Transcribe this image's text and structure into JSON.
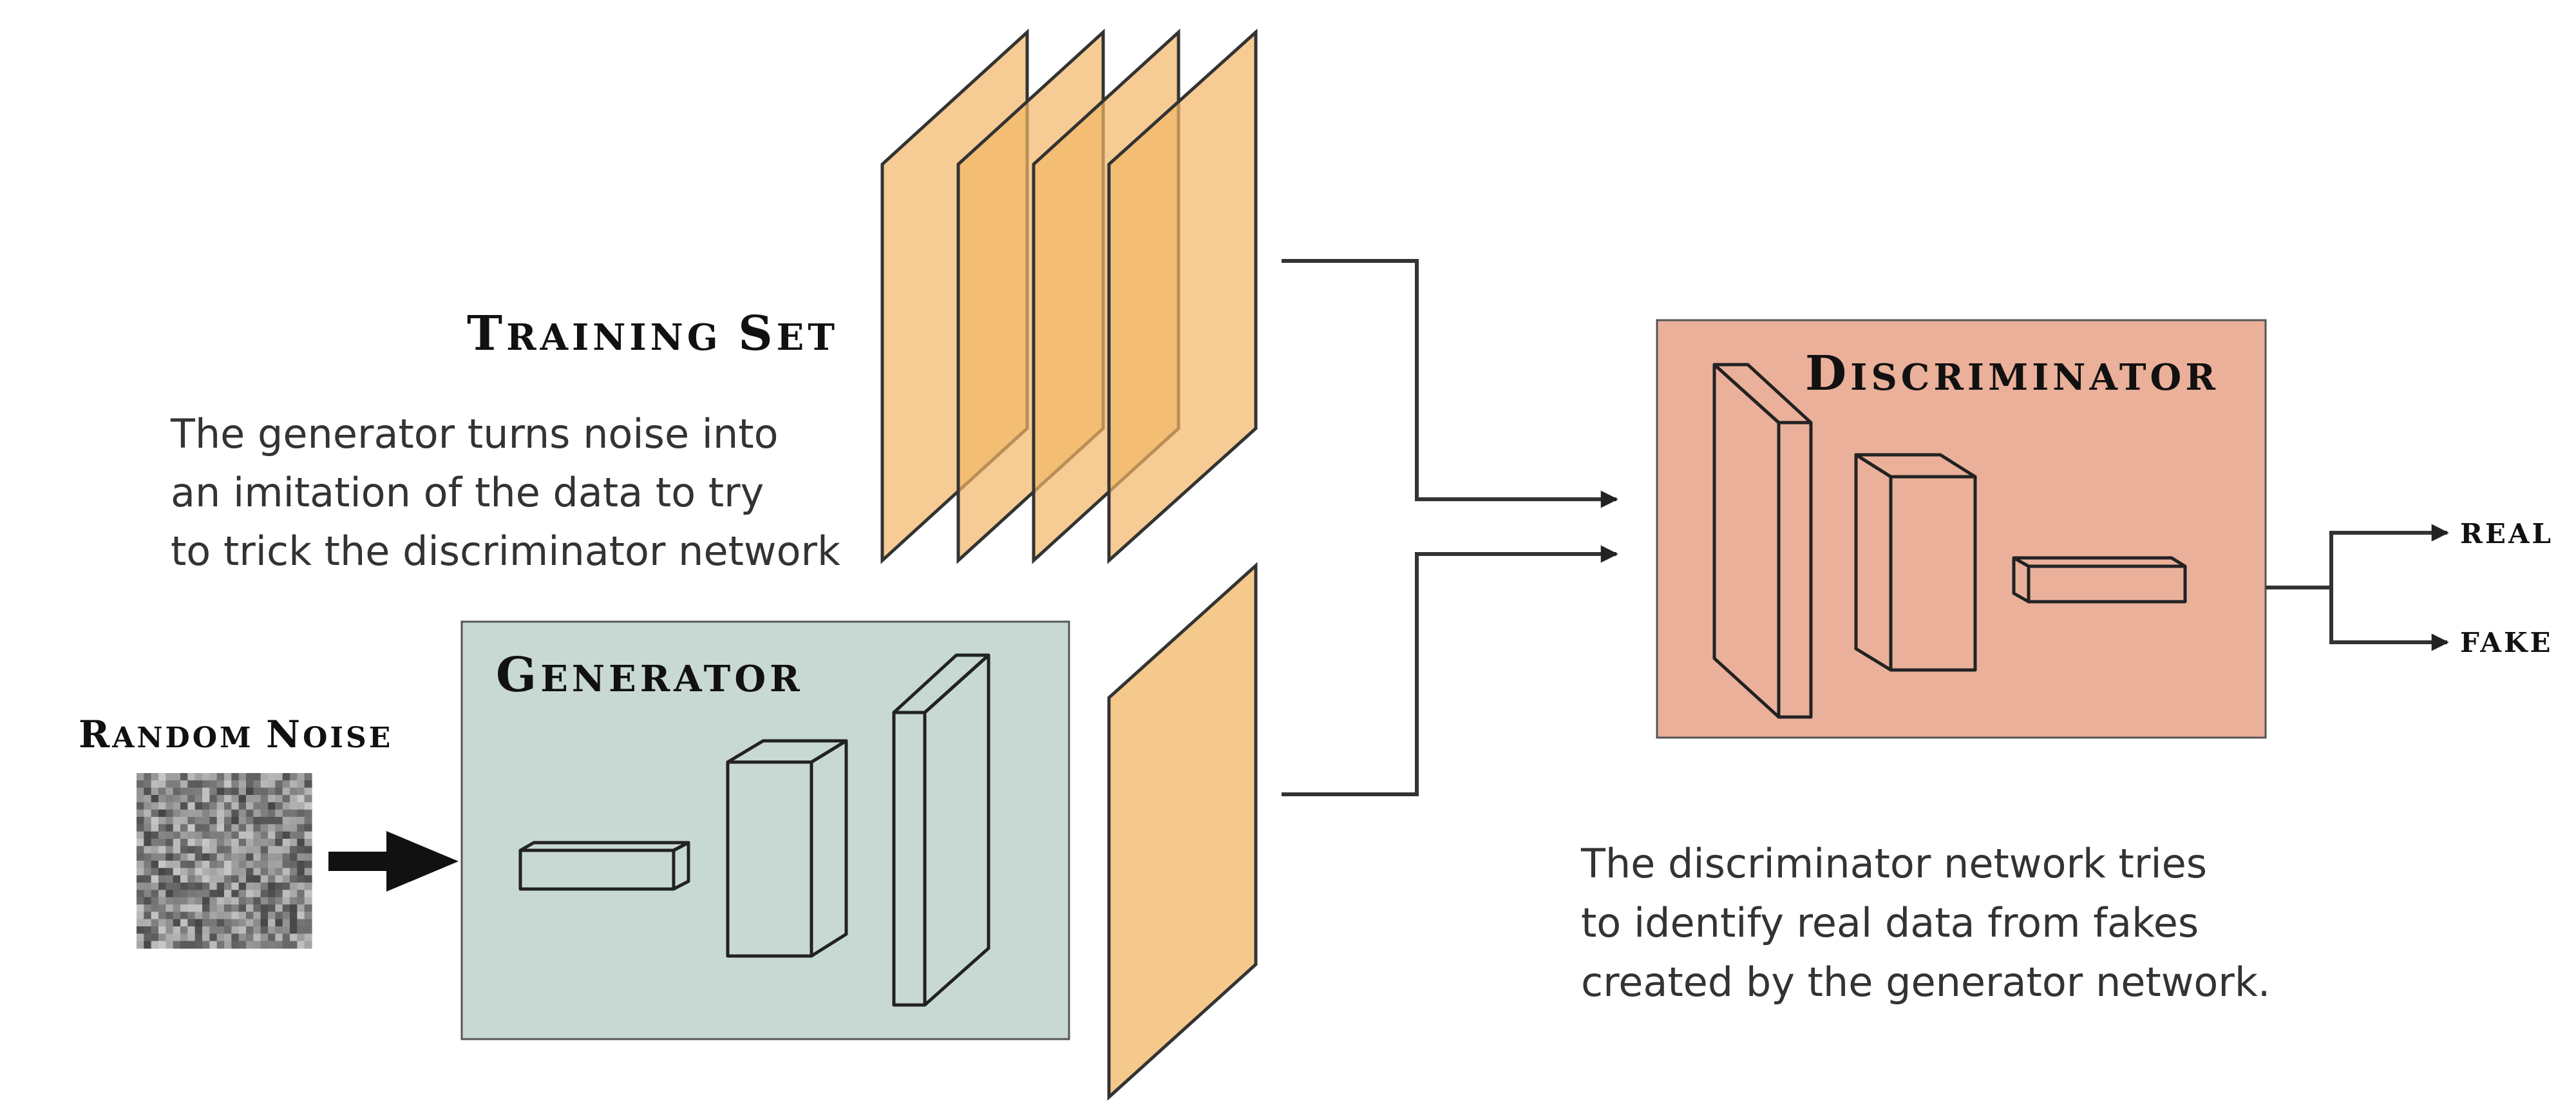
{
  "training_set": {
    "title_initial": "T",
    "title_rest": "RAINING ",
    "title_initial2": "S",
    "title_rest2": "ET"
  },
  "generator": {
    "title_initial": "G",
    "title_rest": "ENERATOR"
  },
  "discriminator": {
    "title_initial": "D",
    "title_rest": "ISCRIMINATOR"
  },
  "random_noise": {
    "title_initial": "R",
    "title_rest": "ANDOM ",
    "title_initial2": "N",
    "title_rest2": "OISE"
  },
  "generator_note": {
    "line1": "The generator turns noise into",
    "line2": "an imitation of  the data to try",
    "line3": "to trick the discriminator network"
  },
  "discriminator_note": {
    "line1": "The discriminator network tries",
    "line2": "to identify real data from fakes",
    "line3": "created by the generator network."
  },
  "outputs": {
    "real": "REAL",
    "fake": "FAKE"
  },
  "colors": {
    "training_sheet": "#f2b766",
    "generated_sheet": "#f5c88c",
    "generator_box": "#c8d9d4",
    "discriminator_box": "#ebb09a",
    "line": "#333333"
  }
}
